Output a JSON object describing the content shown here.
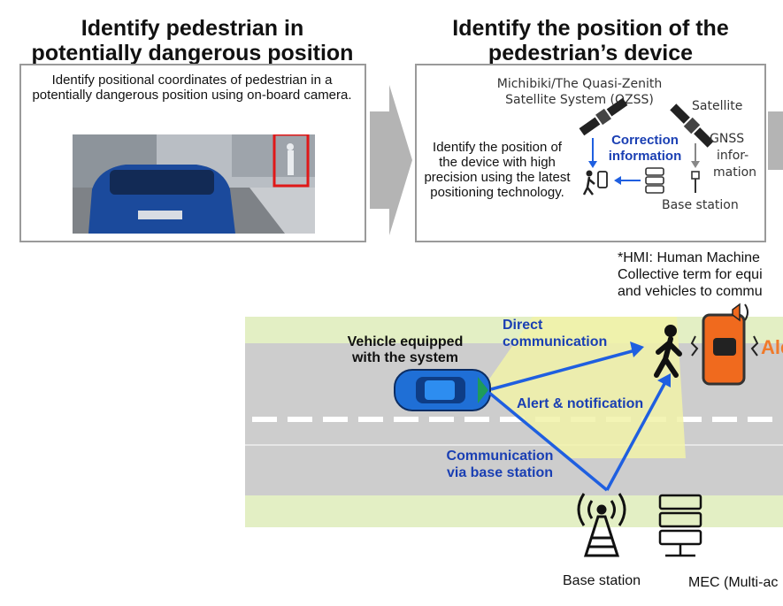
{
  "panel1": {
    "title_line1": "Identify pedestrian in",
    "title_line2": "potentially dangerous position",
    "description": "Identify positional coordinates of pedestrian in a potentially dangerous position using on-board camera."
  },
  "panel2": {
    "title_line1": "Identify the position of the",
    "title_line2": "pedestrian’s device",
    "qzss_line1": "Michibiki/The Quasi-Zenith",
    "qzss_line2": "Satellite System (QZSS)",
    "satellite_label": "Satellite",
    "correction_line1": "Correction",
    "correction_line2": "information",
    "gnss_line1": "GNSS",
    "gnss_line2": "infor-",
    "gnss_line3": "mation",
    "description": "Identify the position of the device with high precision using the latest positioning technology.",
    "base_station_label": "Base station"
  },
  "hmi_note": {
    "line1": "*HMI: Human Machine",
    "line2": "Collective term for equi",
    "line3": "and vehicles to commu"
  },
  "bottom": {
    "vehicle_label_line1": "Vehicle equipped",
    "vehicle_label_line2": "with the system",
    "direct_line1": "Direct",
    "direct_line2": "communication",
    "alert_notification": "Alert & notification",
    "via_line1": "Communication",
    "via_line2": "via base station",
    "alert_text": "Ale",
    "base_station_label": "Base station",
    "mec_label": "MEC (Multi-ac"
  },
  "colors": {
    "arrow_blue": "#1f5fe0",
    "label_blue": "#1a3fb3",
    "road_gray": "#cdcdcd",
    "grass_green": "#e3efc4",
    "highlight_yellow": "#f1f2a8",
    "phone_orange": "#f06a1e",
    "box_red": "#e01818"
  }
}
